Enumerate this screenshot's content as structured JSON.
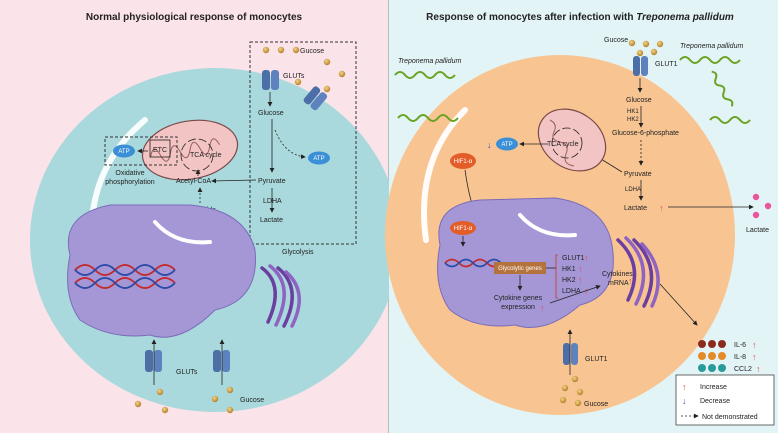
{
  "left_panel": {
    "title": "Normal physiological response of monocytes",
    "labels": {
      "gucose_top": "Gucose",
      "gluts_top": "GLUTs",
      "glucose": "Glucose",
      "atp_right": "ATP",
      "atp_left": "ATP",
      "etc": "ETC",
      "tca": "TCA cycle",
      "oxphos_1": "Oxidative",
      "oxphos_2": "phosphorylation",
      "acetyl": "Acetyl-CoA",
      "pyruvate": "Pyruvate",
      "fatty": "Fatty acids",
      "ldha": "LDHA",
      "lactate": "Lactate",
      "glycolysis": "Glycolysis",
      "gluts_bottom": "GLUTs",
      "gucose_bottom": "Gucose"
    }
  },
  "right_panel": {
    "title_prefix": "Response of monocytes after infection with ",
    "title_italic": "Treponema pallidum",
    "labels": {
      "tp_left": "Treponema pallidum",
      "tp_right": "Treponema pallidum",
      "gucose_top": "Gucose",
      "glut1_top": "GLUT1",
      "glucose": "Glucose",
      "hk1": "HK1",
      "hk2": "HK2",
      "g6p": "Glucose-6-phosphate",
      "tca": "TCA cycle",
      "atp": "ATP",
      "hif_outer": "HIF1-α",
      "hif_inner": "HIF1-α",
      "pyruvate": "Pyruvate",
      "ldha": "LDHA",
      "lactate_in": "Lactate",
      "lactate_out": "Lactate",
      "glyco_genes": "Glycolytic genes",
      "glut1_gene": "GLUT1",
      "hk1_gene": "HK1",
      "hk2_gene": "HK2",
      "ldha_gene": "LDHA",
      "cyto_expr_1": "Cytokine genes",
      "cyto_expr_2": "expression",
      "cyto_mrna_1": "Cytokines",
      "cyto_mrna_2": "mRNA",
      "il6": "IL-6",
      "il8": "IL-8",
      "ccl2": "CCL2",
      "glut1_bottom": "GLUT1",
      "gucose_bottom": "Gucose"
    },
    "legend": {
      "increase": "Increase",
      "decrease": "Decrease",
      "not_demo": "Not demonstrated"
    },
    "up_arrow": "↑",
    "down_arrow": "↓"
  },
  "colors": {
    "left_bg": "#fbe3ea",
    "right_bg": "#e3f4f6",
    "left_cell": "#a9d9dc",
    "right_cell": "#f8c592",
    "nucleus": "#a597d6",
    "mito": "#f2c4c4",
    "atp": "#3a8fd6",
    "hif": "#e35d28",
    "increase": "#d9534f",
    "decrease": "#2f56c8"
  }
}
